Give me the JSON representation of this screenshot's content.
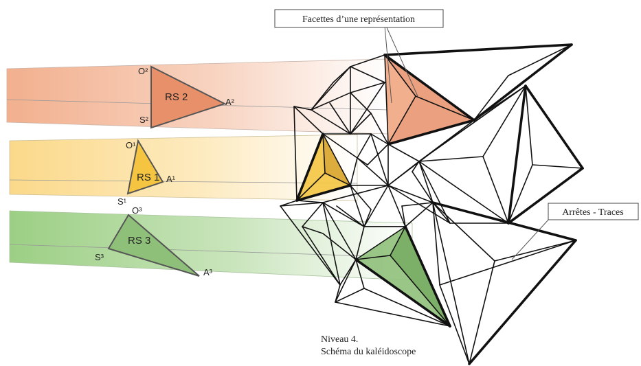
{
  "callouts": {
    "facets": "Facettes d’une représentation",
    "edges": "Arrêtes - Traces"
  },
  "caption": {
    "line1": "Niveau 4.",
    "line2": "Schéma du kaléidoscope"
  },
  "representations": [
    {
      "name": "RS 2",
      "vertex_labels": [
        "O²",
        "S²",
        "A²"
      ],
      "color": "#e8906a",
      "band_color": "#f2b08e"
    },
    {
      "name": "RS 1",
      "vertex_labels": [
        "O¹",
        "S¹",
        "A¹"
      ],
      "color": "#f5c542",
      "band_color": "#fbd98a"
    },
    {
      "name": "RS 3",
      "vertex_labels": [
        "O³",
        "S³",
        "A³"
      ],
      "color": "#8fc07a",
      "band_color": "#9ccf84"
    }
  ],
  "colors": {
    "stroke": "#111111",
    "triangle_border": "#555555"
  }
}
